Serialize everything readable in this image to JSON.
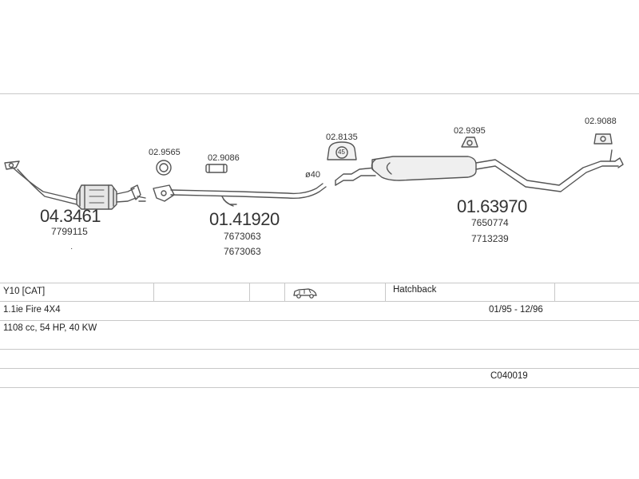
{
  "parts": {
    "front_pipe_number": "04.3461",
    "front_pipe_oe": "7799115",
    "front_pipe_note": "·",
    "gasket_a": "02.9565",
    "clamp_a": "02.9086",
    "mid_pipe_number": "01.41920",
    "mid_pipe_oe_1": "7673063",
    "mid_pipe_oe_2": "7673063",
    "diameter_label": "ø40",
    "mount_a": "02.8135",
    "mount_a_badge": "45",
    "rear_silencer_number": "01.63970",
    "rear_silencer_oe_1": "7650774",
    "rear_silencer_oe_2": "7713239",
    "mount_b": "02.9395",
    "mount_c": "02.9088"
  },
  "vehicle": {
    "model": "Y10  [CAT]",
    "body_icon": "car-side-icon",
    "body_type": "Hatchback",
    "engine": "1.1ie Fire 4X4",
    "years": "01/95 - 12/96",
    "specs": "1108 cc, 54 HP, 40 KW",
    "code": "C040019"
  },
  "colors": {
    "line": "#555555",
    "border": "#c8c8c8"
  }
}
